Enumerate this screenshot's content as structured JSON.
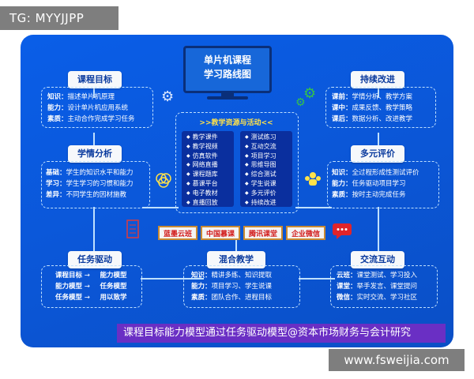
{
  "watermark_top": "TG: MYYJJPP",
  "watermark_bottom": "www.fsweijia.com",
  "title": {
    "line1": "单片机课程",
    "line2": "学习路线图"
  },
  "course_goal": {
    "heading": "课程目标",
    "rows": [
      {
        "label": "知识：",
        "text": "描述单片机原理"
      },
      {
        "label": "能力：",
        "text": "设计单片机应用系统"
      },
      {
        "label": "素质：",
        "text": "主动合作完成学习任务"
      }
    ]
  },
  "learner_analysis": {
    "heading": "学情分析",
    "rows": [
      {
        "label": "基础：",
        "text": "学生的知识水平和能力"
      },
      {
        "label": "学习：",
        "text": "学生学习的习惯和能力"
      },
      {
        "label": "差异：",
        "text": "不同学生的因材施教"
      }
    ]
  },
  "task_driven": {
    "heading": "任务驱动",
    "rows": [
      {
        "from": "课程目标",
        "arrow": "→",
        "to": "能力模型"
      },
      {
        "from": "能力模型",
        "arrow": "→",
        "to": "任务模型"
      },
      {
        "from": "任务模型",
        "arrow": "→",
        "to": "用以致学"
      }
    ]
  },
  "blended": {
    "heading": "混合教学",
    "rows": [
      {
        "label": "知识：",
        "text": "精讲多练、知识提取"
      },
      {
        "label": "能力：",
        "text": "项目学习、学生说课"
      },
      {
        "label": "素质：",
        "text": "团队合作、进程目标"
      }
    ]
  },
  "interaction": {
    "heading": "交流互动",
    "rows": [
      {
        "label": "云班：",
        "text": "课堂测试、学习投入"
      },
      {
        "label": "课堂：",
        "text": "举手发言、课堂提问"
      },
      {
        "label": "微信：",
        "text": "实时交流、学习社区"
      }
    ]
  },
  "evaluation": {
    "heading": "多元评价",
    "rows": [
      {
        "label": "知识：",
        "text": "全过程形成性测试评价"
      },
      {
        "label": "能力：",
        "text": "任务驱动项目学习"
      },
      {
        "label": "素质：",
        "text": "按时主动完成任务"
      }
    ]
  },
  "improvement": {
    "heading": "持续改进",
    "rows": [
      {
        "label": "课前：",
        "text": "学情分析、教学方案"
      },
      {
        "label": "课中：",
        "text": "成果反馈、教学策略"
      },
      {
        "label": "课后：",
        "text": "数据分析、改进教学"
      }
    ]
  },
  "resources": {
    "title": ">>教学资源与活动<<",
    "left": [
      "教学课件",
      "教学视频",
      "仿真软件",
      "网络直播",
      "课程题库",
      "慕课平台",
      "电子教材",
      "直播回放"
    ],
    "right": [
      "测试练习",
      "互动交流",
      "项目学习",
      "思维导图",
      "综合测试",
      "学生说课",
      "多元评价",
      "持续改进"
    ]
  },
  "platforms": [
    "蓝墨云班",
    "中国慕课",
    "腾讯课堂",
    "企业微信"
  ],
  "caption": "课程目标能力模型通过任务驱动模型@资本市场财务与会计研究",
  "colors": {
    "board": "#0b56d6",
    "heading_text": "#0a3a9e",
    "resource_title": "#ffe24a",
    "platform_text": "#d21a1a",
    "caption_bg": "#6a2fc4"
  }
}
